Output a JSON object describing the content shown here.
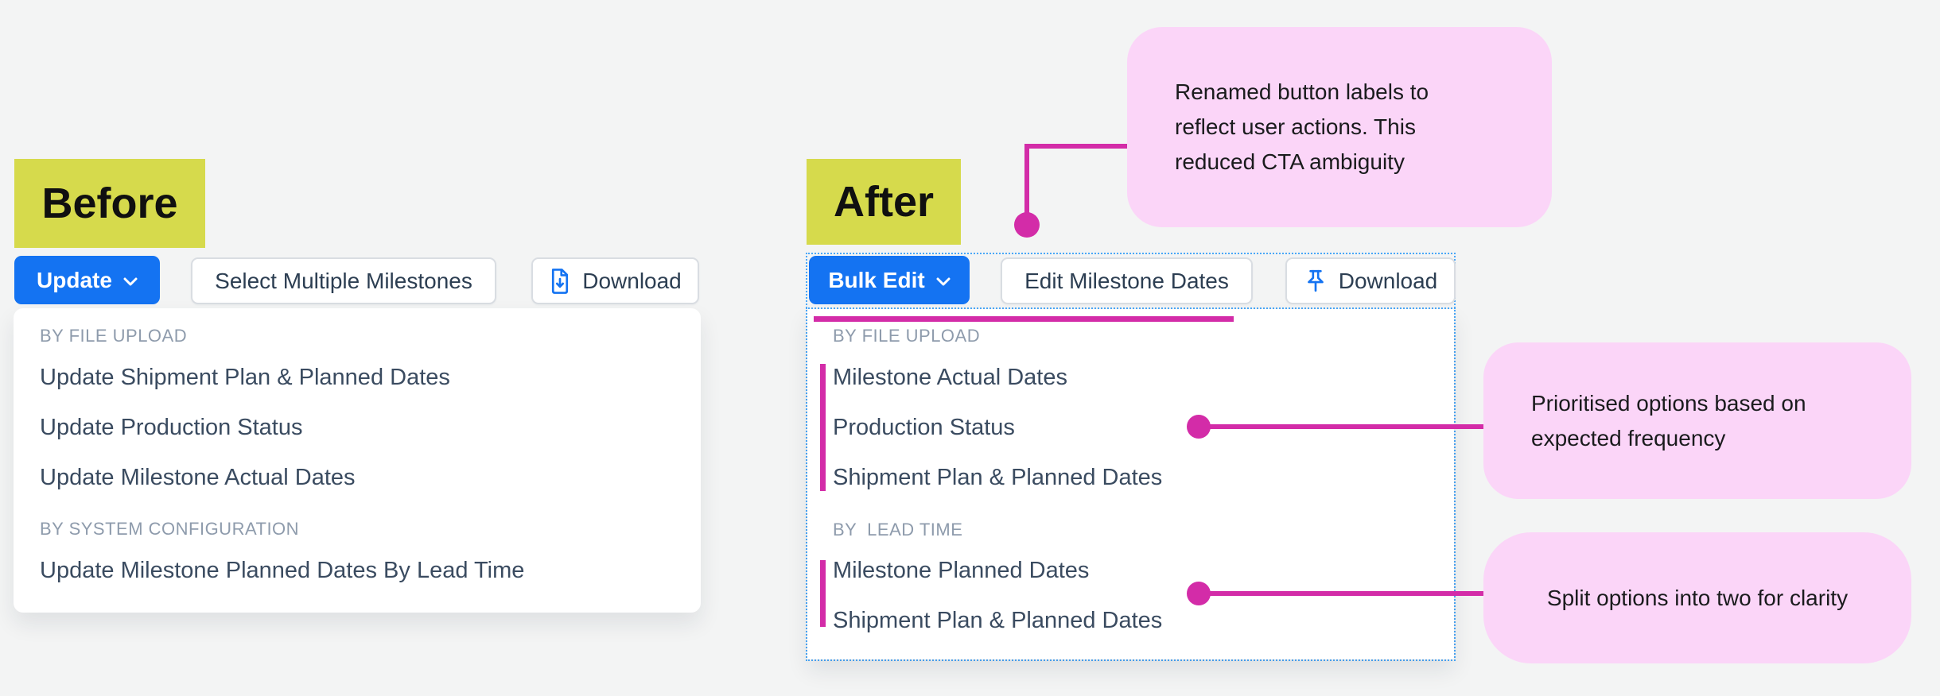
{
  "colors": {
    "background": "#f3f4f4",
    "highlight_yellow": "#d6da4c",
    "primary_blue": "#1473f2",
    "accent_magenta": "#d32ca8",
    "annotation_pink": "#fbd5f8",
    "selection_blue": "#4aa7f8",
    "menu_text": "#3a4b60",
    "section_header_text": "#8e9bac"
  },
  "before": {
    "label": "Before",
    "toolbar": {
      "update_button": "Update",
      "select_button": "Select Multiple Milestones",
      "download_button": "Download",
      "download_icon": "file-download-icon",
      "chevron_icon": "chevron-down-icon"
    },
    "menu": {
      "sections": [
        {
          "header": "BY FILE UPLOAD",
          "items": [
            "Update Shipment Plan & Planned Dates",
            "Update Production Status",
            "Update Milestone Actual Dates"
          ]
        },
        {
          "header": "BY SYSTEM CONFIGURATION",
          "items": [
            "Update Milestone Planned Dates By Lead Time"
          ]
        }
      ]
    }
  },
  "after": {
    "label": "After",
    "toolbar": {
      "bulk_edit_button": "Bulk Edit",
      "edit_milestones_button": "Edit Milestone Dates",
      "download_button": "Download",
      "download_icon": "pushpin-icon",
      "chevron_icon": "chevron-down-icon"
    },
    "menu": {
      "sections": [
        {
          "header": "BY FILE UPLOAD",
          "items": [
            "Milestone Actual Dates",
            "Production Status",
            "Shipment Plan & Planned Dates"
          ]
        },
        {
          "header": "BY  LEAD TIME",
          "items": [
            "Milestone Planned Dates",
            "Shipment Plan & Planned Dates"
          ]
        }
      ]
    }
  },
  "annotations": {
    "rename": "Renamed button labels to reflect user actions. This reduced CTA ambiguity",
    "prioritise": "Prioritised options based on expected frequency",
    "split": "Split options into two for clarity"
  }
}
